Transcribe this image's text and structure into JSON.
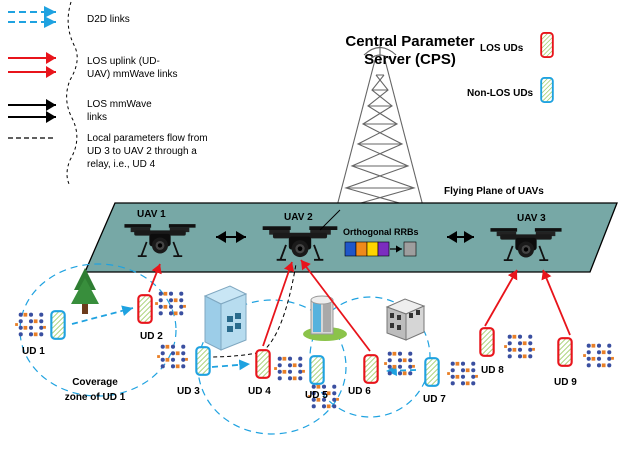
{
  "legend": {
    "d2d": "D2D links",
    "uplink": [
      "LOS uplink (UD-",
      "UAV) mmWave links"
    ],
    "mmwave": [
      "LOS mmWave",
      "links"
    ],
    "local_flow": [
      "Local parameters flow from",
      "UD 3 to UAV 2 through a",
      "relay, i.e., UD 4"
    ]
  },
  "cps": [
    "Central Parameter",
    "Server (CPS)"
  ],
  "ud_legend": {
    "los": "LOS UDs",
    "nlos": "Non-LOS UDs"
  },
  "plane_title": "Flying Plane of UAVs",
  "uavs": [
    "UAV 1",
    "UAV 2",
    "UAV 3"
  ],
  "rrb_label": "Orthogonal RRBs",
  "uds": [
    "UD 1",
    "UD 2",
    "UD 3",
    "UD 4",
    "UD 5",
    "UD 6",
    "UD 7",
    "UD 8",
    "UD 9"
  ],
  "coverage": [
    "Coverage",
    "zone of UD 1"
  ],
  "colors": {
    "los": "#e8141b",
    "nlos": "#1fa2e0",
    "plane": "#77a8a6",
    "d2d": "#29a8e0"
  }
}
